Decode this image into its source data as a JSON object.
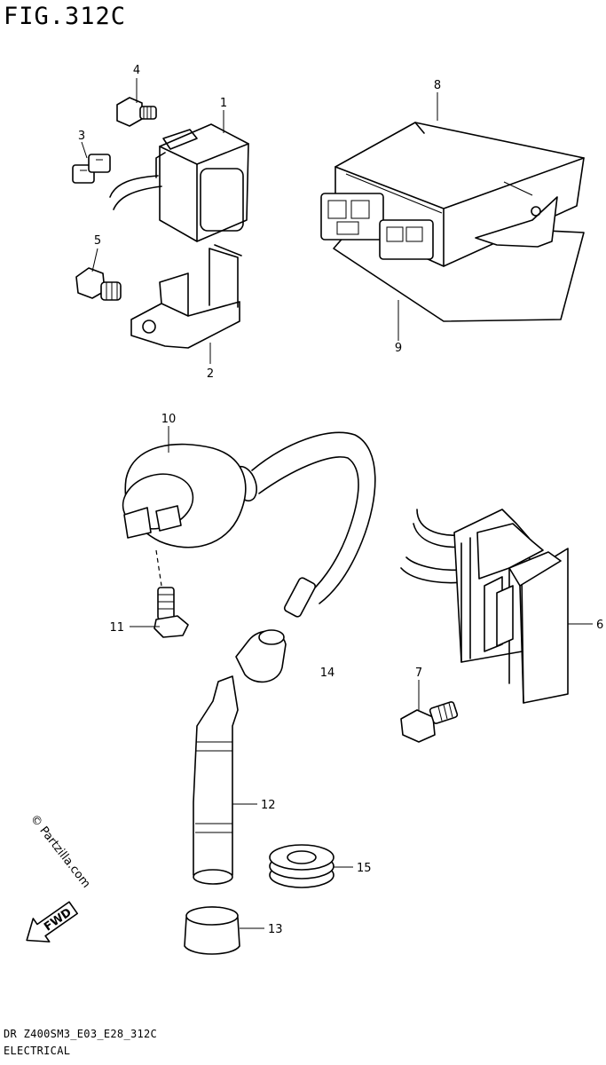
{
  "figure": {
    "title": "FIG.312C",
    "footer_line1": "DR Z400SM3_E03_E28_312C",
    "footer_line2": "ELECTRICAL"
  },
  "callouts": [
    {
      "id": "1",
      "part": "starter-relay"
    },
    {
      "id": "2",
      "part": "relay-bracket"
    },
    {
      "id": "3",
      "part": "fuse"
    },
    {
      "id": "4",
      "part": "bolt"
    },
    {
      "id": "5",
      "part": "bolt"
    },
    {
      "id": "6",
      "part": "regulator-rectifier"
    },
    {
      "id": "7",
      "part": "bolt"
    },
    {
      "id": "8",
      "part": "cdi-unit"
    },
    {
      "id": "9",
      "part": "cushion"
    },
    {
      "id": "10",
      "part": "ignition-coil"
    },
    {
      "id": "11",
      "part": "bolt"
    },
    {
      "id": "12",
      "part": "plug-cap"
    },
    {
      "id": "13",
      "part": "cap"
    },
    {
      "id": "14",
      "part": "high-tension-cord"
    },
    {
      "id": "15",
      "part": "grommet"
    }
  ],
  "watermark": {
    "text": "© Partzilla.com"
  },
  "fwd_arrow": {
    "label": "FWD"
  }
}
